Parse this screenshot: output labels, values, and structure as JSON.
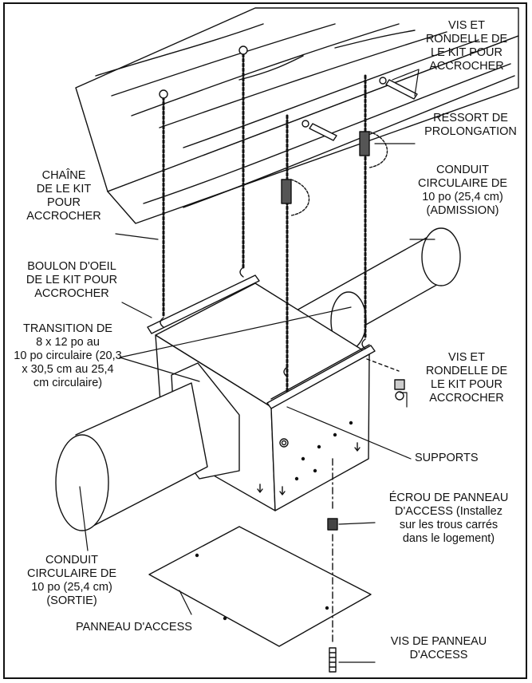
{
  "labels": {
    "hanger_screw_top": "VIS ET\nRONDELLE DE\nLE KIT POUR\nACCROCHER",
    "extension_spring": "RESSORT DE\nPROLONGATION",
    "intake_duct": "CONDUIT\nCIRCULAIRE DE\n10 po (25,4 cm)\n(ADMISSION)",
    "hanger_chain": "CHAÎNE\nDE LE KIT\nPOUR\nACCROCHER",
    "eye_bolt": "BOULON D'OEIL\nDE LE KIT POUR\nACCROCHER",
    "transition": "TRANSITION DE\n8 x 12 po au\n10 po circulaire (20,3\nx 30,5 cm au 25,4\ncm circulaire)",
    "hanger_screw_side": "VIS ET\nRONDELLE DE\nLE KIT POUR\nACCROCHER",
    "brackets": "SUPPORTS",
    "access_nut": "ÉCROU DE PANNEAU\nD'ACCESS (Installez\nsur les trous carrés\ndans le logement)",
    "outlet_duct": "CONDUIT\nCIRCULAIRE DE\n10 po (25,4 cm)\n(SORTIE)",
    "access_panel": "PANNEAU D'ACCESS",
    "access_screw": "VIS DE PANNEAU\nD'ACCESS"
  },
  "colors": {
    "line": "#111111",
    "fill": "#ffffff",
    "shade": "#d9d9d9"
  }
}
